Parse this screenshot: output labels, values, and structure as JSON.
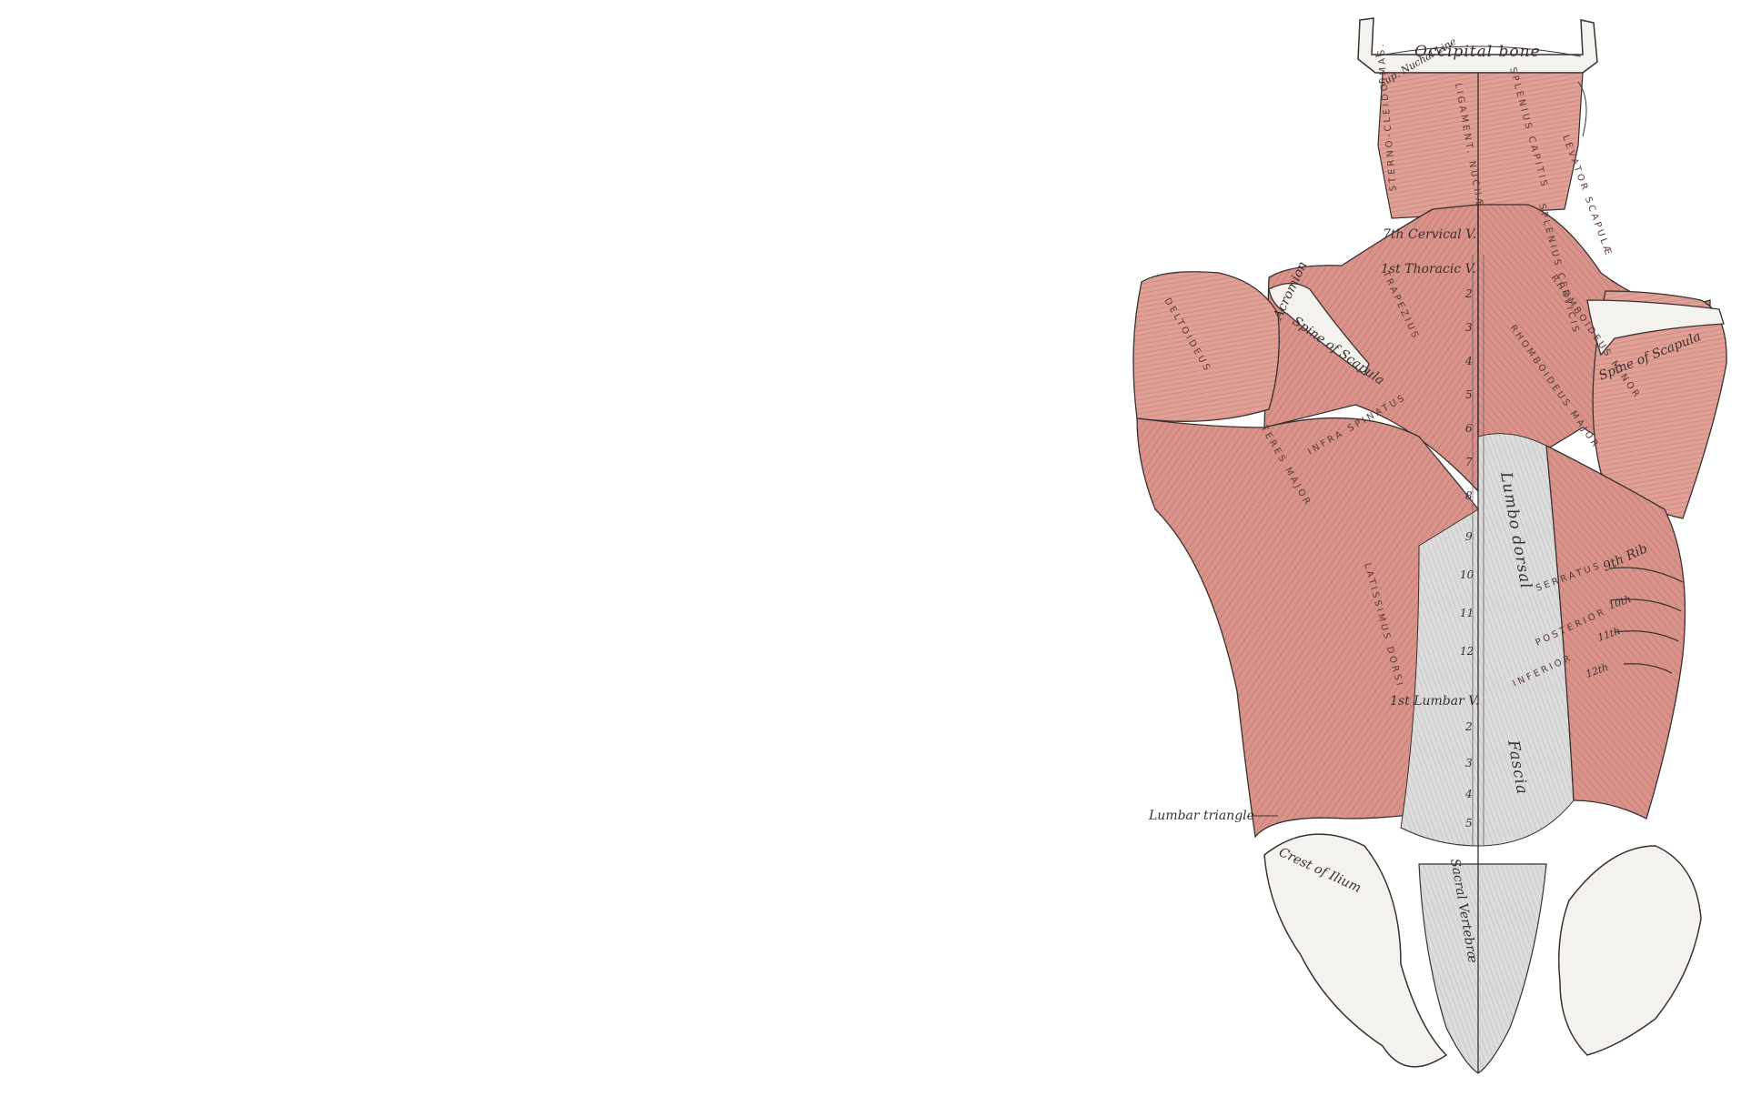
{
  "labels": {
    "occipital_bone": "Occipital bone",
    "sup_nuchal_line": "Sup. Nuchal Line",
    "ligament_nuchae": "LIGAMENT. NUCHÆ",
    "sterno_cleido": "STERNO-CLEIDO-MAS.",
    "splenius_capitis": "SPLENIUS CAPITIS",
    "splenius_cervicis": "SPLENIUS CERVICIS",
    "levator_scapulae": "LEVATOR SCAPULÆ",
    "cervical_7": "7th Cervical V.",
    "thoracic_1": "1st Thoracic V.",
    "acromion": "Acromion",
    "spine_of_scapula_left": "Spine of Scapula",
    "spine_of_scapula_right": "Spine of Scapula",
    "deltoideus": "DELTOIDEUS",
    "trapezius": "TRAPEZIUS",
    "rhomboideus_minor": "RHOMBOIDEUS MINOR",
    "rhomboideus_major": "RHOMBOIDEUS MAJOR",
    "infra_spinatus": "INFRA SPINATUS",
    "teres_major": "TERES MAJOR",
    "lumbo_dorsal": "Lumbo dorsal",
    "fascia": "Fascia",
    "latissimus_dorsi": "LATISSIMUS DORSI",
    "rib_9": "9th Rib",
    "rib_10": "10th",
    "rib_11": "11th",
    "rib_12": "12th",
    "serratus": "SERRATUS",
    "posterior": "POSTERIOR",
    "inferior": "INFERIOR",
    "lumbar_1": "1st Lumbar V.",
    "lumbar_triangle": "Lumbar triangle",
    "crest_of_ilium": "Crest of Ilium",
    "sacral_vertebrae": "Sacral Vertebræ"
  },
  "thoracic_numbers": [
    "2",
    "3",
    "4",
    "5",
    "6",
    "7",
    "8",
    "9",
    "10",
    "11",
    "12"
  ],
  "lumbar_numbers": [
    "2",
    "3",
    "4",
    "5"
  ],
  "colors": {
    "muscle": "#d9938a",
    "muscle_dark": "#a8605a",
    "fascia": "#dcdcdc",
    "bone": "#f4f2ee",
    "ink": "#3a3030"
  }
}
